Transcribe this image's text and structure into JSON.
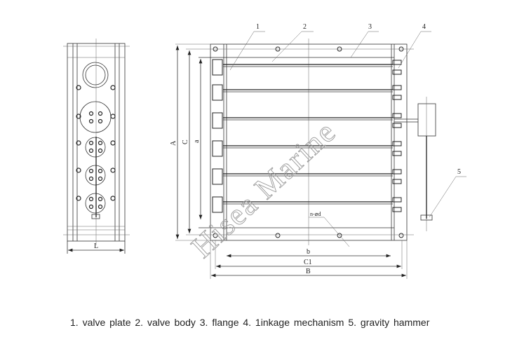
{
  "diagram": {
    "callouts": [
      "1",
      "2",
      "3",
      "4",
      "5"
    ],
    "dimensions": {
      "A": "A",
      "C": "C",
      "a": "a",
      "L": "L",
      "b": "b",
      "C1": "C1",
      "B": "B",
      "holes": "n-⌀d"
    },
    "watermark": "Hisea Marine"
  },
  "caption": "1.  valve plate 2.  valve body 3.  flange 4.  1inkage mechanism 5.  gravity hammer"
}
